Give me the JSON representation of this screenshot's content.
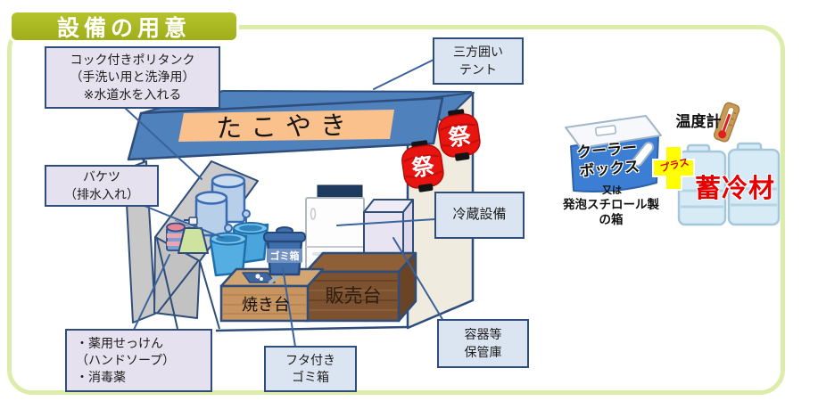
{
  "title": "設備の用意",
  "callouts": {
    "polytank": {
      "line1": "コック付きポリタンク",
      "line2": "（手洗い用と洗浄用）",
      "line3": "※水道水を入れる"
    },
    "tent": {
      "line1": "三方囲い",
      "line2": "テント"
    },
    "bucket": {
      "line1": "バケツ",
      "line2": "（排水入れ）"
    },
    "refrigeration": {
      "line1": "冷蔵設備"
    },
    "storage": {
      "line1": "容器等",
      "line2": "保管庫"
    },
    "trash": {
      "line1": "フタ付き",
      "line2": "ゴミ箱"
    },
    "soap": {
      "line1": "・薬用せっけん",
      "line2": "（ハンドソープ）",
      "line3": "・消毒薬"
    }
  },
  "stall": {
    "banner": "たこやき",
    "lantern_char": "祭",
    "trash_can_label": "ゴミ箱",
    "grill_label": "焼き台",
    "counter_label": "販売台"
  },
  "cooling": {
    "cooler_line1": "クーラー",
    "cooler_line2": "ボックス",
    "or_text": "又は",
    "styrofoam_line1": "発泡スチロール製",
    "styrofoam_line2": "の箱",
    "thermometer_label": "温度計",
    "plus_label": "プラス",
    "ice_pack_label": "蓄冷材"
  },
  "colors": {
    "frame_green": "#dcedaa",
    "title_olive": "#a9b71f",
    "callout_lavender": "#e5e1ef",
    "callout_blue": "#dbe5f1",
    "callout_border": "#2e4d7b",
    "tent_blue": "#4f81bd",
    "banner_orange": "#fbc18d",
    "lantern_red": "#e8140f",
    "wood_light": "#c89460",
    "wood_dark": "#7d5231",
    "cooler_blue": "#3c7ed3",
    "ice_pack_red_text": "#e60000",
    "plus_yellow": "#ffff00"
  }
}
